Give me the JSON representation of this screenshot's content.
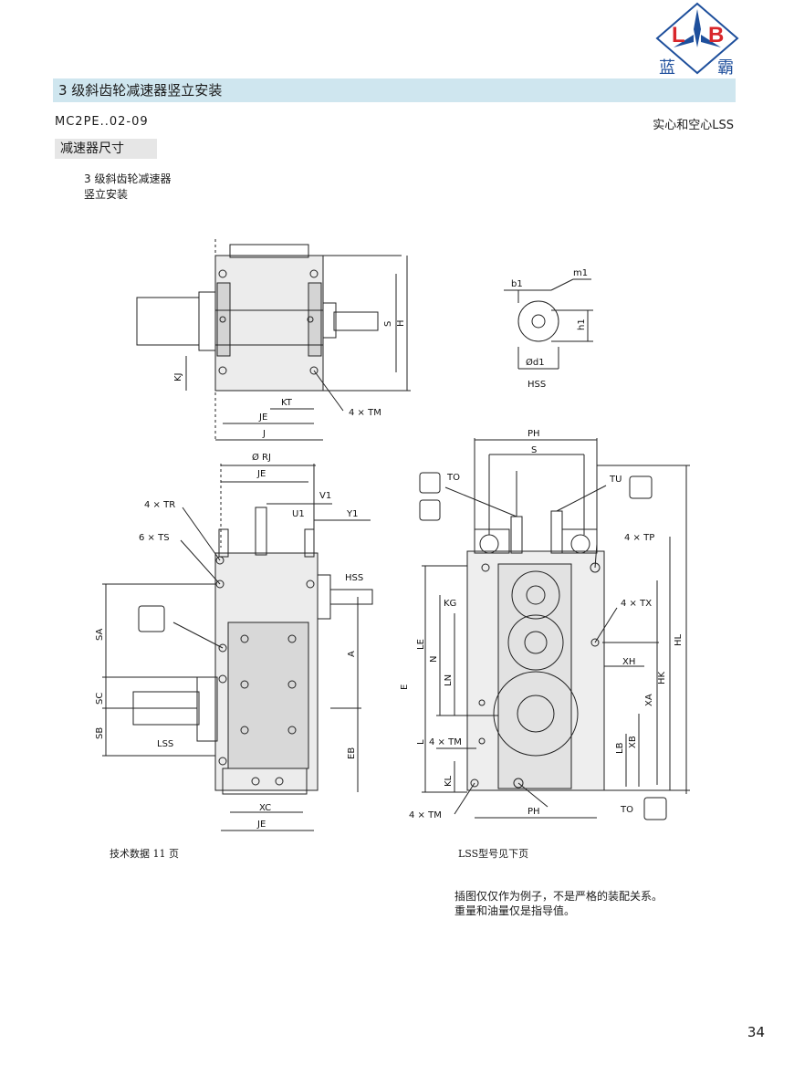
{
  "brand": {
    "letters": [
      "L",
      "B"
    ],
    "name_chars": [
      "蓝",
      "霸"
    ],
    "colors": {
      "red": "#d8262b",
      "blue": "#1e4f9c"
    }
  },
  "header": {
    "title": "3 级斜齿轮减速器竖立安装",
    "model": "MC2PE..02-09",
    "shaft_note": "实心和空心LSS",
    "band_color": "#cfe6ef"
  },
  "section": {
    "heading": "减速器尺寸",
    "desc_lines": [
      "3 级斜齿轮减速器",
      "竖立安装"
    ]
  },
  "labels": {
    "top_view": [
      "S",
      "H",
      "KJ",
      "KT",
      "4 × TM",
      "JE",
      "J"
    ],
    "shaft_section": [
      "b1",
      "m1",
      "h1",
      "Ød1",
      "HSS"
    ],
    "side_view": [
      "Ø RJ",
      "JE",
      "V1",
      "U1",
      "Y1",
      "4 × TR",
      "6 × TS",
      "HSS",
      "SA",
      "SC",
      "SB",
      "LSS",
      "A",
      "EB",
      "XC",
      "JE"
    ],
    "front_view": [
      "PH",
      "S",
      "TO",
      "TU",
      "4 × TP",
      "4 × TX",
      "KG",
      "LE",
      "N",
      "LN",
      "E",
      "L",
      "4 × TM",
      "XH",
      "HK",
      "HL",
      "XA",
      "LB",
      "XB",
      "KL",
      "4 × TM",
      "PH",
      "TO"
    ]
  },
  "footer": {
    "tech_data": "技术数据 11 页",
    "lss_note": "LSS型号见下页",
    "disclaimer_lines": [
      "插图仅仅作为例子，不是严格的装配关系。",
      "重量和油量仅是指导值。"
    ],
    "page_number": "34"
  }
}
